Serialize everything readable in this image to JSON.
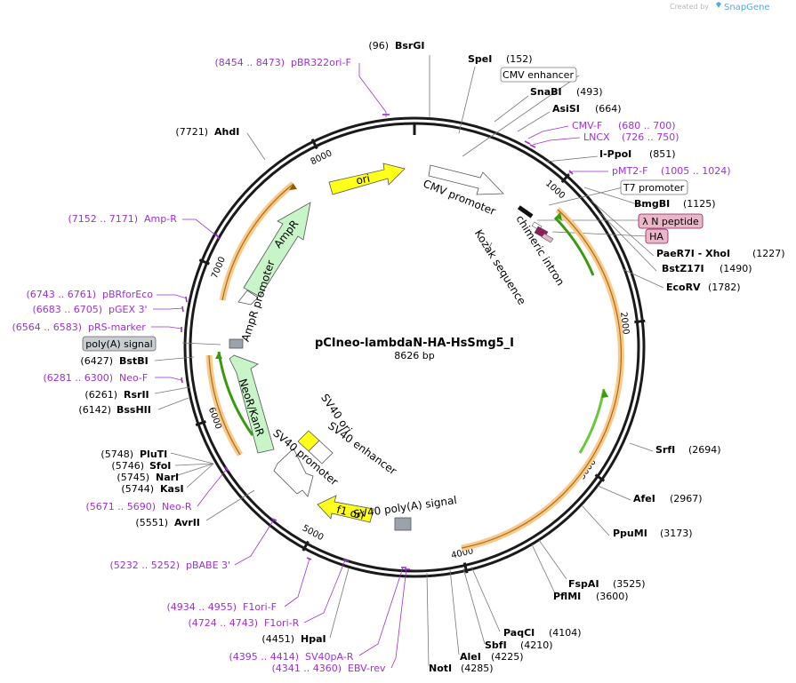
{
  "credit": {
    "prefix": "Created by",
    "brand": "SnapGene"
  },
  "plasmid": {
    "name": "pCIneo-lambdaN-HA-HsSmg5_I",
    "length": "8626 bp"
  },
  "ticks": [
    "1000",
    "2000",
    "3000",
    "4000",
    "5000",
    "6000",
    "7000",
    "8000"
  ],
  "sites": [
    {
      "pos": "(96)",
      "name": "BsrGI"
    },
    {
      "pos": "(152)",
      "name": "SpeI"
    },
    {
      "pos": "(493)",
      "name": "SnaBI"
    },
    {
      "pos": "(664)",
      "name": "AsiSI"
    },
    {
      "pos": "(851)",
      "name": "I-PpoI"
    },
    {
      "pos": "(1125)",
      "name": "BmgBI"
    },
    {
      "pos": "(1227)",
      "name": "PaeR7I - XhoI"
    },
    {
      "pos": "(1490)",
      "name": "BstZ17I"
    },
    {
      "pos": "(1782)",
      "name": "EcoRV"
    },
    {
      "pos": "(2694)",
      "name": "SrfI"
    },
    {
      "pos": "(2967)",
      "name": "AfeI"
    },
    {
      "pos": "(3173)",
      "name": "PpuMI"
    },
    {
      "pos": "(3525)",
      "name": "FspAI"
    },
    {
      "pos": "(3600)",
      "name": "PflMI"
    },
    {
      "pos": "(4104)",
      "name": "PaqCI"
    },
    {
      "pos": "(4210)",
      "name": "SbfI"
    },
    {
      "pos": "(4225)",
      "name": "AleI"
    },
    {
      "pos": "(4285)",
      "name": "NotI"
    },
    {
      "pos": "(4451)",
      "name": "HpaI"
    },
    {
      "pos": "(5551)",
      "name": "AvrII"
    },
    {
      "pos": "(5744)",
      "name": "KasI"
    },
    {
      "pos": "(5745)",
      "name": "NarI"
    },
    {
      "pos": "(5746)",
      "name": "SfoI"
    },
    {
      "pos": "(5748)",
      "name": "PluTI"
    },
    {
      "pos": "(6142)",
      "name": "BssHII"
    },
    {
      "pos": "(6261)",
      "name": "RsrII"
    },
    {
      "pos": "(6427)",
      "name": "BstBI"
    },
    {
      "pos": "(7721)",
      "name": "AhdI"
    }
  ],
  "primers": [
    {
      "range": "(8454 .. 8473)",
      "name": "pBR322ori-F"
    },
    {
      "range": "(680 .. 700)",
      "name": "CMV-F"
    },
    {
      "range": "(726 .. 750)",
      "name": "LNCX"
    },
    {
      "range": "(1005 .. 1024)",
      "name": "pMT2-F"
    },
    {
      "range": "(7152 .. 7171)",
      "name": "Amp-R"
    },
    {
      "range": "(6743 .. 6761)",
      "name": "pBRforEco"
    },
    {
      "range": "(6683 .. 6705)",
      "name": "pGEX 3'"
    },
    {
      "range": "(6564 .. 6583)",
      "name": "pRS-marker"
    },
    {
      "range": "(6281 .. 6300)",
      "name": "Neo-F"
    },
    {
      "range": "(5671 .. 5690)",
      "name": "Neo-R"
    },
    {
      "range": "(5232 .. 5252)",
      "name": "pBABE 3'"
    },
    {
      "range": "(4934 .. 4955)",
      "name": "F1ori-F"
    },
    {
      "range": "(4724 .. 4743)",
      "name": "F1ori-R"
    },
    {
      "range": "(4395 .. 4414)",
      "name": "SV40pA-R"
    },
    {
      "range": "(4341 .. 4360)",
      "name": "EBV-rev"
    }
  ],
  "boxed_labels": {
    "cmv_enhancer": "CMV enhancer",
    "t7_promoter": "T7 promoter",
    "lambda_n": "λ N peptide",
    "ha": "HA",
    "polya_signal": "poly(A) signal"
  },
  "features": {
    "ori": "ori",
    "ampr": "AmpR",
    "ampr_promoter": "AmpR promoter",
    "neor": "NeoR/KanR",
    "sv40_promoter": "SV40 promoter",
    "sv40_ori": "SV40 ori",
    "sv40_enhancer": "SV40 enhancer",
    "f1_ori": "f1 ori",
    "sv40_polya": "SV40 poly(A) signal",
    "cmv_promoter": "CMV promoter",
    "chimeric_intron": "chimeric intron",
    "kozak": "Kozak sequence"
  },
  "colors": {
    "backbone": "#1a1a1a",
    "ori": "#ffff1a",
    "resistance": "#c8f5c8",
    "cds_orange": "#f7c98a",
    "cds_green": "#3a9a0f",
    "primer": "#9b30d9",
    "peptide_fill": "#e8b8c8",
    "intron": "#8a1f5a",
    "polya_box": "#9aa3ad",
    "brand": "#5aa8e0"
  }
}
